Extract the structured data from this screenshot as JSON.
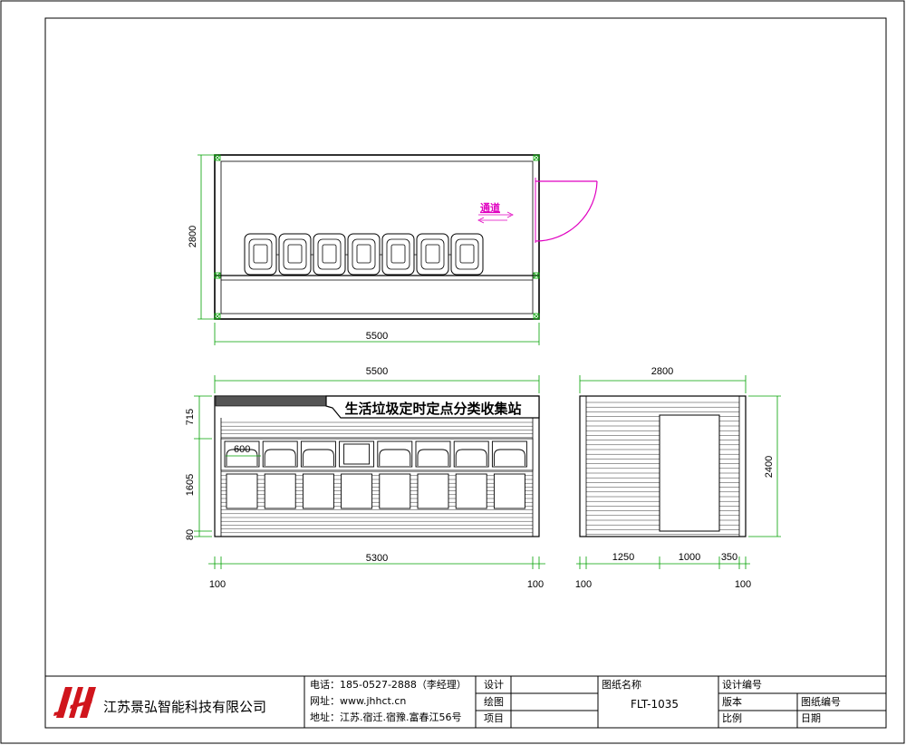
{
  "plan": {
    "width_dim": "5500",
    "depth_dim": "2800",
    "corridor_label": "通道"
  },
  "front": {
    "width_dim": "5500",
    "sign_text": "生活垃圾定时定点分类收集站",
    "bin_width_dim": "600",
    "height_dims": [
      "715",
      "1605",
      "80"
    ],
    "inner_width_dim": "5300",
    "edge_left": "100",
    "edge_right": "100"
  },
  "side": {
    "width_dim": "2800",
    "height_dim": "2400",
    "segments": [
      "1250",
      "1000",
      "350"
    ],
    "edge_left": "100",
    "edge_right": "100"
  },
  "title_block": {
    "company": "江苏景弘智能科技有限公司",
    "phone": "电话：185-0527-2888（李经理）",
    "website": "网址：www.jhhct.cn",
    "address": "地址：江苏.宿迁.宿豫.富春江56号",
    "design_label": "设计",
    "drawing_label": "绘图",
    "project_label": "项目",
    "drawing_name_label": "图纸名称",
    "drawing_name": "FLT-1035",
    "design_no_label": "设计编号",
    "version_label": "版本",
    "drawing_no_label": "图纸编号",
    "scale_label": "比例",
    "date_label": "日期"
  },
  "colors": {
    "line": "#000000",
    "dimension": "#00a000",
    "door": "#e000c0",
    "logo": "#d0151c"
  }
}
